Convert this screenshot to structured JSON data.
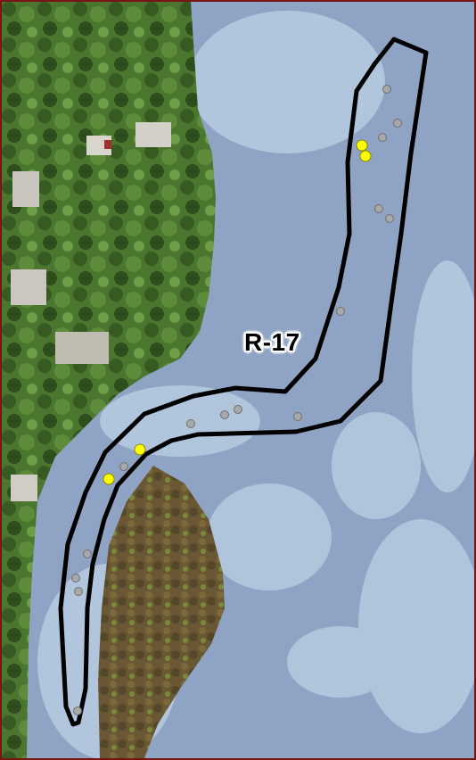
{
  "map": {
    "zone_label": "R-17",
    "colors": {
      "frame_border": "#7a1414",
      "water": "#8fa4c4",
      "shallow_water": "#b9cde2",
      "land_vegetation": "#4f7a34",
      "island": "#6b5a34",
      "zone_outline": "#000000",
      "highlight_sample": "#ffff00",
      "sample_point": "#a8a8a8"
    },
    "layers": [
      "aerial-imagery",
      "zone-outline",
      "sample-points"
    ]
  }
}
